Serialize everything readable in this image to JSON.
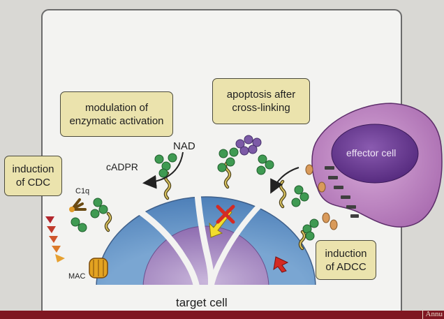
{
  "labels": {
    "cdc": "induction of CDC",
    "enzymatic": "modulation of enzymatic activation",
    "apoptosis": "apoptosis after cross-linking",
    "adcc": "induction of ADCC",
    "effector_cell": "effector cell",
    "target_cell": "target cell",
    "nad": "NAD",
    "cadpr": "cADPR",
    "c1q": "C1q",
    "mac": "MAC"
  },
  "footer": {
    "text": "Annu"
  },
  "colors": {
    "background": "#d9d8d4",
    "panel": "#f3f3f1",
    "label_box": "#ebe3ad",
    "cell_outer": "#6b97c6",
    "cell_inner": "#a688c0",
    "effector_cell": "#b07cb5",
    "effector_nucleus": "#6a3a92",
    "antibody_green": "#3f9a52",
    "antibody_purple": "#7c5aa6",
    "cd38_stalk": "#c9b24e",
    "fc_receptor": "#444444",
    "arrow_red": "#d42a23",
    "arrow_yellow": "#f3dd2d",
    "footer": "#7f1621"
  },
  "icons": [
    "curved-arrow-icon",
    "block-x-icon",
    "complement-triangles-icon",
    "mac-pore-icon",
    "antibody-icon"
  ]
}
